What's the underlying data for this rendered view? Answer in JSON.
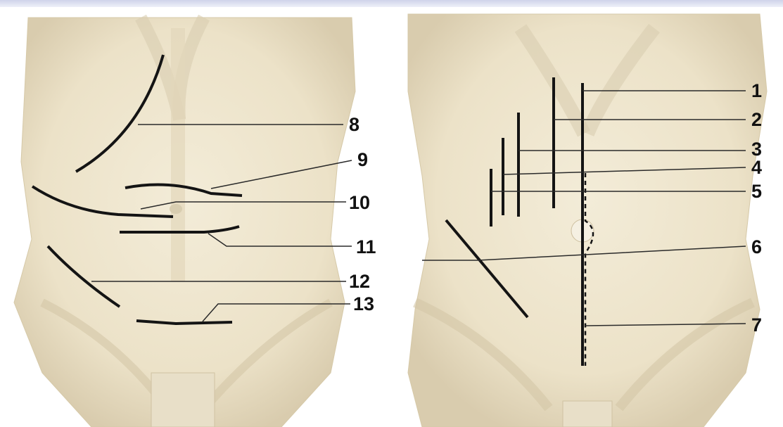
{
  "figure": {
    "colors": {
      "skin": "#efe6cf",
      "skin_shadow": "#d8ccb0",
      "incision": "#141414",
      "leader": "#2a2a2a",
      "band": "#d4d8ee"
    },
    "left_panel": {
      "labels": [
        "8",
        "9",
        "10",
        "11",
        "12",
        "13"
      ]
    },
    "right_panel": {
      "labels": [
        "1",
        "2",
        "3",
        "4",
        "5",
        "6",
        "7"
      ]
    }
  }
}
